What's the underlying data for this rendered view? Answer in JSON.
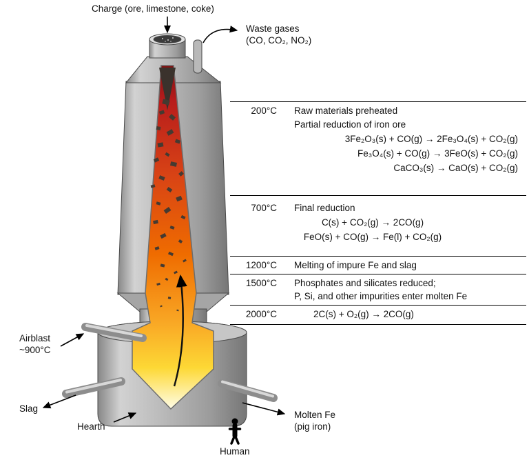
{
  "top": {
    "charge_label": "Charge (ore, limestone, coke)",
    "waste_gases_line1": "Waste gases",
    "waste_gases_line2": "(CO, CO₂, NO₂)"
  },
  "zones": [
    {
      "temp": "200°C",
      "desc1": "Raw materials preheated",
      "desc2": "Partial reduction of iron ore",
      "rx1": "3Fe₂O₃(s) + CO(g) → 2Fe₃O₄(s) + CO₂(g)",
      "rx2": "Fe₃O₄(s) + CO(g) → 3FeO(s) + CO₂(g)",
      "rx3": "CaCO₃(s) → CaO(s) + CO₂(g)"
    },
    {
      "temp": "700°C",
      "desc1": "Final reduction",
      "rx1": "C(s) + CO₂(g) → 2CO(g)",
      "rx2": "FeO(s) + CO(g) → Fe(l) + CO₂(g)"
    },
    {
      "temp": "1200°C",
      "desc1": "Melting of impure Fe and slag"
    },
    {
      "temp": "1500°C",
      "desc1": "Phosphates and silicates reduced;",
      "desc2": "P, Si, and other impurities enter molten Fe"
    },
    {
      "temp": "2000°C",
      "rx1": "2C(s) + O₂(g) → 2CO(g)"
    }
  ],
  "left_labels": {
    "airblast_line1": "Airblast",
    "airblast_line2": "~900°C",
    "slag": "Slag",
    "hearth": "Hearth"
  },
  "bottom_labels": {
    "human": "Human",
    "molten_fe_line1": "Molten Fe",
    "molten_fe_line2": "(pig iron)"
  },
  "colors": {
    "furnace_body": "#b5b5b5",
    "fire_top": "#b71c1c",
    "fire_middle": "#ef6c00",
    "fire_bottom": "#fffde7",
    "line": "#000000"
  }
}
